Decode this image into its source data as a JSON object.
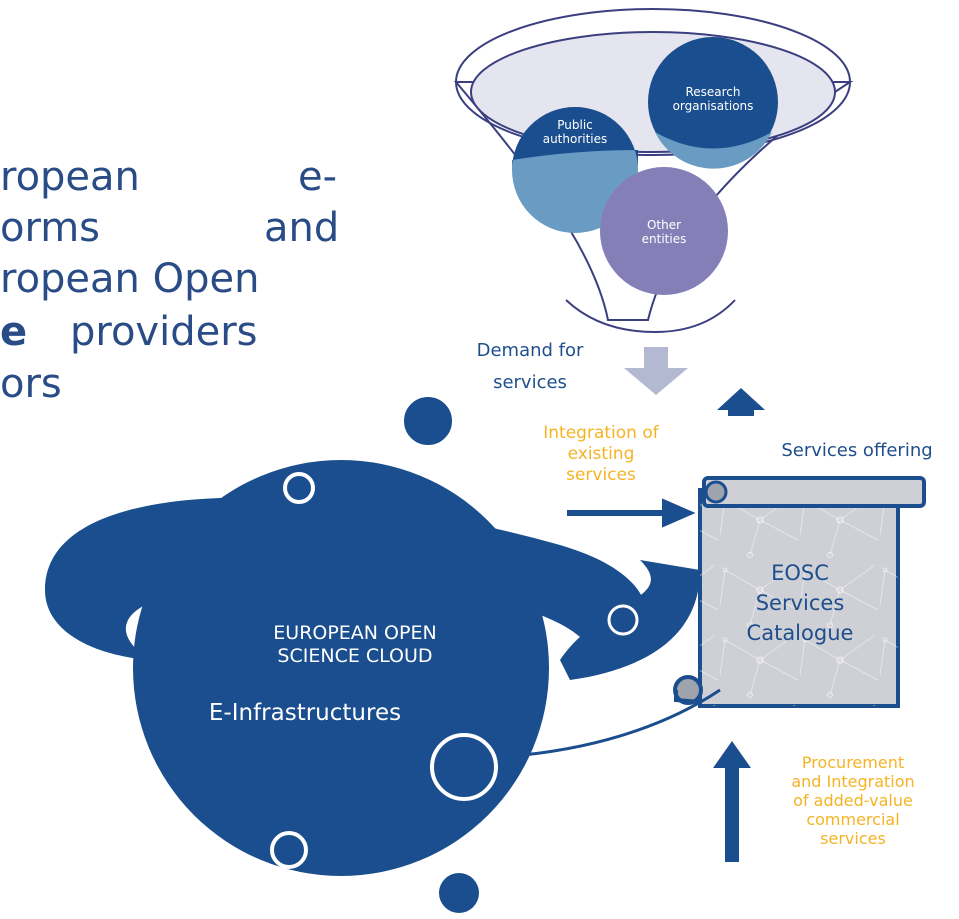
{
  "title": {
    "lines": [
      {
        "segments": [
          {
            "text": "ropean",
            "bold": false
          },
          {
            "text": "e-",
            "bold": false
          }
        ]
      },
      {
        "segments": [
          {
            "text": "orms",
            "bold": false
          },
          {
            "text": "and",
            "bold": false
          }
        ]
      },
      {
        "segments": [
          {
            "text": "ropean Open",
            "bold": false
          }
        ]
      },
      {
        "segments": [
          {
            "text": "e",
            "bold": true
          },
          {
            "text": "providers",
            "bold": false
          }
        ]
      },
      {
        "segments": [
          {
            "text": "ors",
            "bold": false
          }
        ]
      }
    ]
  },
  "funnel": {
    "circles": [
      {
        "label": "Public\nauthorities"
      },
      {
        "label": "Research\norganisations"
      },
      {
        "label": "Other\nentities"
      }
    ]
  },
  "flows": {
    "demand_label": "Demand for\nservices",
    "services_offering_label": "Services offering",
    "integration_label": "Integration of\nexisting\nservices",
    "procurement_label": "Procurement\nand Integration\nof added-value\ncommercial\nservices"
  },
  "catalogue": {
    "label": "EOSC\nServices\nCatalogue"
  },
  "cloud": {
    "title": "EUROPEAN OPEN\nSCIENCE CLOUD",
    "subtitle": "E-Infrastructures"
  },
  "colors": {
    "navy": "#1a4e8e",
    "light_blue": "#6a9bc3",
    "purple": "#857fb8",
    "orange": "#f5b324",
    "grey_arrow": "#b4b9d2",
    "scroll_fill": "#cfd0d6",
    "title_text": "#2a4c86"
  }
}
